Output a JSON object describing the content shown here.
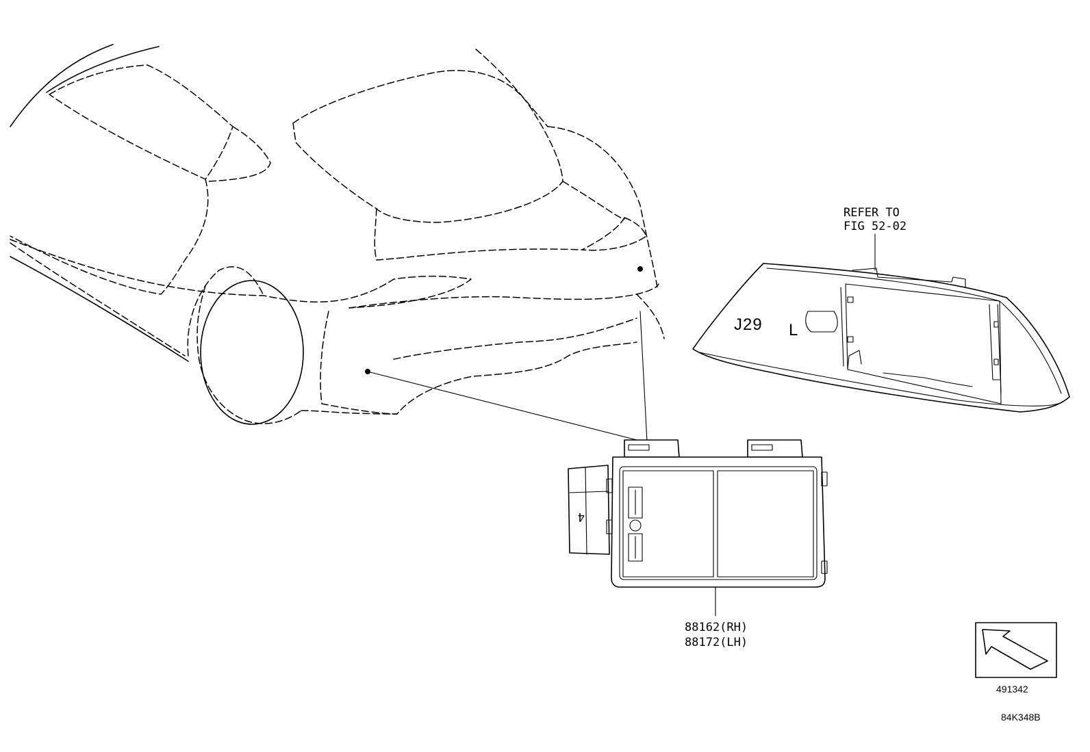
{
  "refer_note": {
    "line1": "REFER TO",
    "line2": "FIG 52-02"
  },
  "lamp_marking": {
    "code": "J29",
    "side": "L"
  },
  "sensor_unit_marking": "4",
  "part_numbers": {
    "rh": "88162(RH)",
    "lh": "88172(LH)"
  },
  "view_indicator": {
    "icon": "arrow-up-left-icon",
    "code": "491342"
  },
  "illustration_id": "84K348B"
}
